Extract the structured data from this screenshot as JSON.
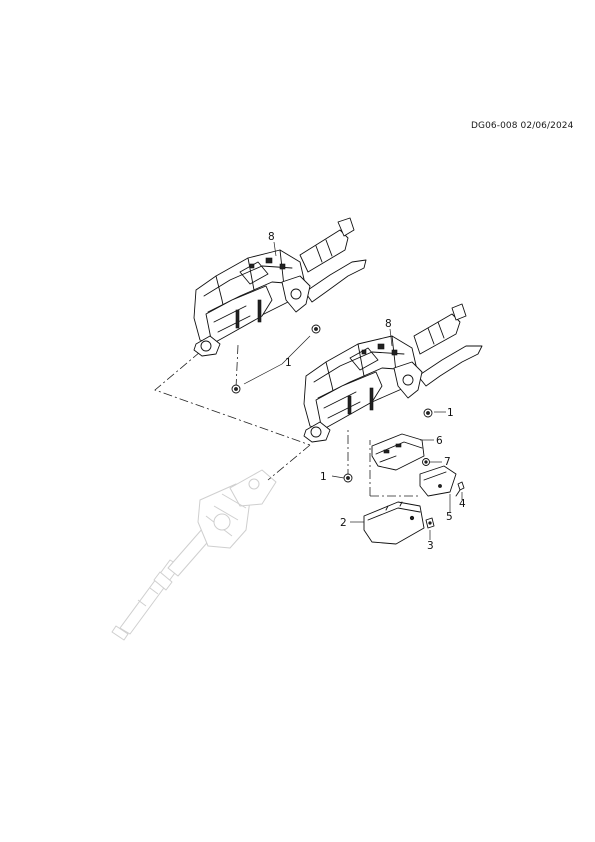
{
  "header": {
    "doc_code": "DG06-008 02/06/2024"
  },
  "callouts": {
    "c8_upper": "8",
    "c1_upper": "1",
    "c8_lower": "8",
    "c1_right": "1",
    "c6": "6",
    "c7": "7",
    "c1_lower": "1",
    "c4": "4",
    "c5": "5",
    "c2": "2",
    "c3": "3"
  }
}
